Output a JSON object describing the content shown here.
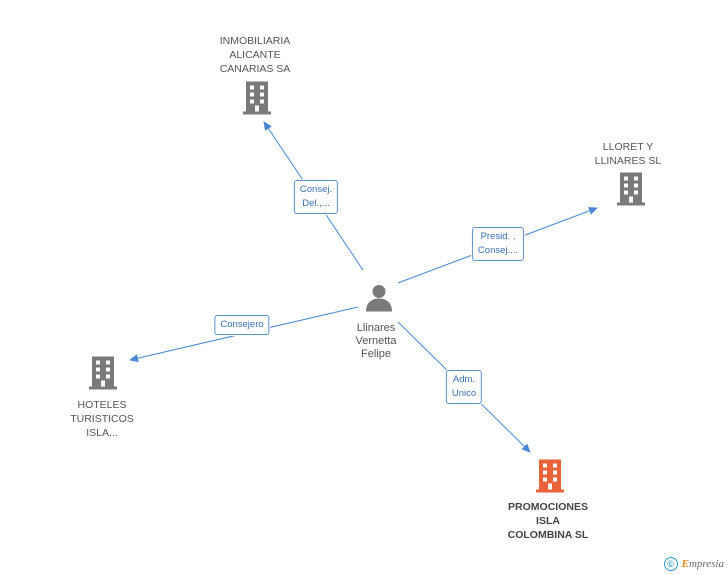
{
  "nodes": {
    "inmobiliaria": {
      "label": "INMOBILIARIA\nALICANTE\nCANARIAS SA",
      "icon": "building-icon",
      "color": "#7a7a7a"
    },
    "lloret": {
      "label": "LLORET Y\nLLINARES SL",
      "icon": "building-icon",
      "color": "#7a7a7a"
    },
    "hoteles": {
      "label": "HOTELES\nTURISTICOS\nISLA...",
      "icon": "building-icon",
      "color": "#7a7a7a"
    },
    "promociones": {
      "label": "PROMOCIONES\nISLA\nCOLOMBINA SL",
      "icon": "building-icon",
      "color": "#e8623a"
    },
    "person": {
      "label": "Llinares\nVernetta\nFelipe",
      "icon": "person-icon",
      "color": "#7a7a7a"
    }
  },
  "edges": {
    "inmobiliaria": "Consej.\nDel.,...",
    "lloret": "Presid. ,\nConsej....",
    "hoteles": "Consejero",
    "promociones": "Adm.\nUnico"
  },
  "colors": {
    "edge": "#4a88d4",
    "edge_label_border": "#5a8fd0"
  },
  "footer": {
    "copyright": "©",
    "brand_first": "E",
    "brand_rest": "mpresia"
  }
}
